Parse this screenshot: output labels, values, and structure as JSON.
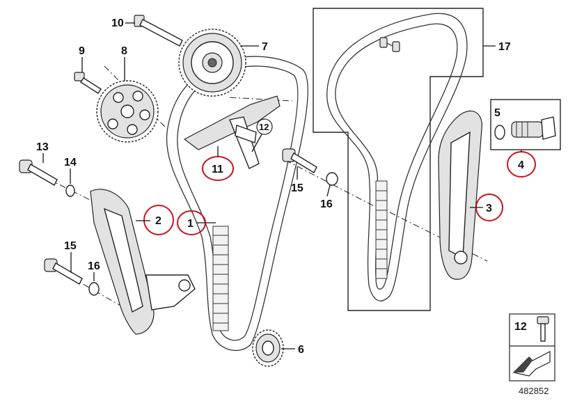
{
  "callouts": {
    "p1": "1",
    "p2": "2",
    "p3": "3",
    "p4": "4",
    "p5": "5",
    "p6": "6",
    "p7": "7",
    "p8": "8",
    "p9": "9",
    "p10": "10",
    "p11": "11",
    "p12": "12",
    "p13": "13",
    "p14": "14",
    "p15a": "15",
    "p16a": "16",
    "p15b": "15",
    "p16b": "16",
    "p17": "17"
  },
  "highlighted_callouts": [
    "1",
    "2",
    "3",
    "4",
    "11"
  ],
  "highlight_color": "#c8141e",
  "legend": {
    "part_number": "12"
  },
  "diagram_reference": "482852"
}
